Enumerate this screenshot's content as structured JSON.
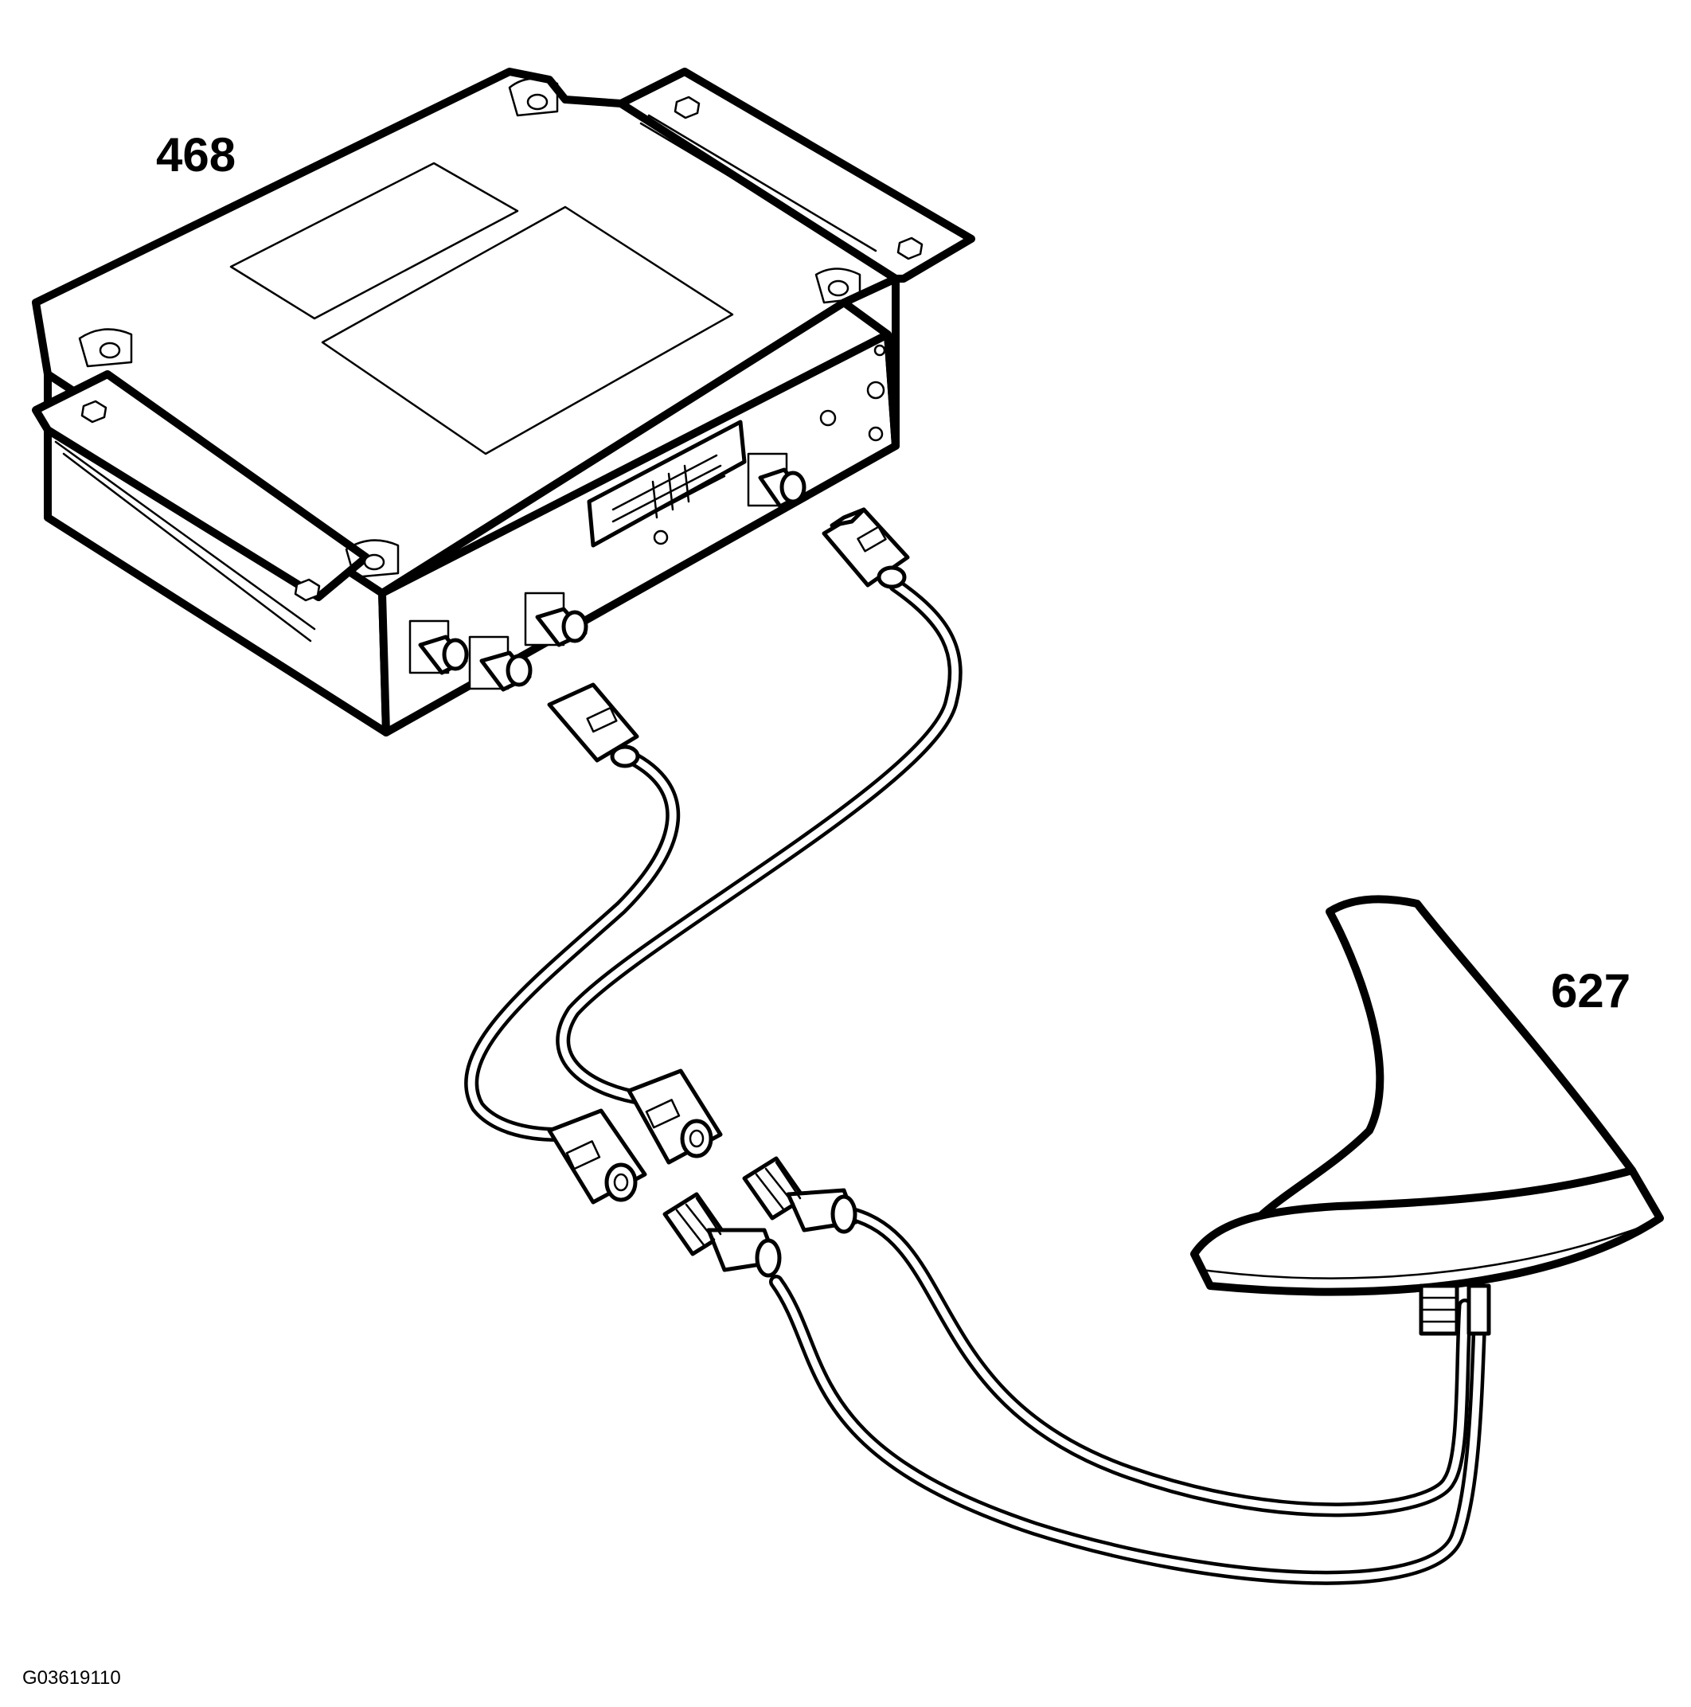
{
  "labels": {
    "module_part_number": "468",
    "antenna_part_number": "627"
  },
  "figure_id": "G03619110",
  "colors": {
    "line": "#000000",
    "background": "#ffffff"
  }
}
